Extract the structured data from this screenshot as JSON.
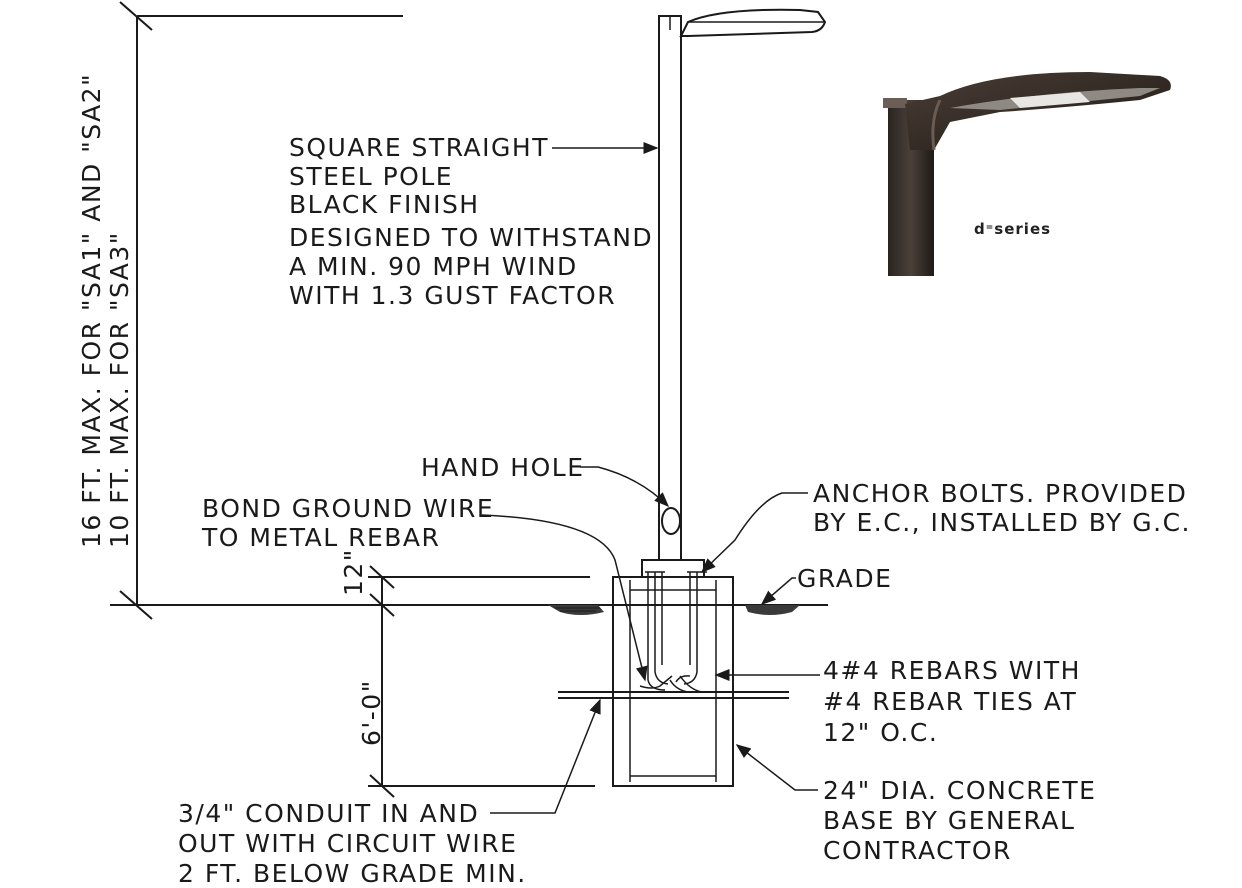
{
  "labels": {
    "pole_line1": "SQUARE STRAIGHT",
    "pole_line2": "STEEL POLE",
    "pole_line3": "BLACK FINISH",
    "wind_line1": "DESIGNED TO WITHSTAND",
    "wind_line2": "A MIN. 90 MPH WIND",
    "wind_line3": "WITH 1.3 GUST FACTOR",
    "hand_hole": "HAND HOLE",
    "bond_line1": "BOND GROUND WIRE",
    "bond_line2": "TO METAL REBAR",
    "anchor_line1": "ANCHOR BOLTS. PROVIDED",
    "anchor_line2": "BY E.C., INSTALLED BY G.C.",
    "grade": "GRADE",
    "rebar_line1": "4#4 REBARS WITH",
    "rebar_line2": "#4 REBAR TIES AT",
    "rebar_line3": "12\" O.C.",
    "conduit_line1": "3/4\" CONDUIT IN AND",
    "conduit_line2": "OUT WITH CIRCUIT WIRE",
    "conduit_line3": "2 FT. BELOW GRADE MIN.",
    "base_line1": "24\" DIA. CONCRETE",
    "base_line2": "BASE BY GENERAL",
    "base_line3": "CONTRACTOR"
  },
  "dimensions": {
    "height_line1": "16 FT. MAX. FOR \"SA1\" AND \"SA2\"",
    "height_line2": "10 FT. MAX. FOR \"SA3\"",
    "pier_above_grade": "12\"",
    "pier_depth": "6'-0\""
  },
  "product": {
    "brand_prefix": "d",
    "brand_suffix": "series"
  }
}
